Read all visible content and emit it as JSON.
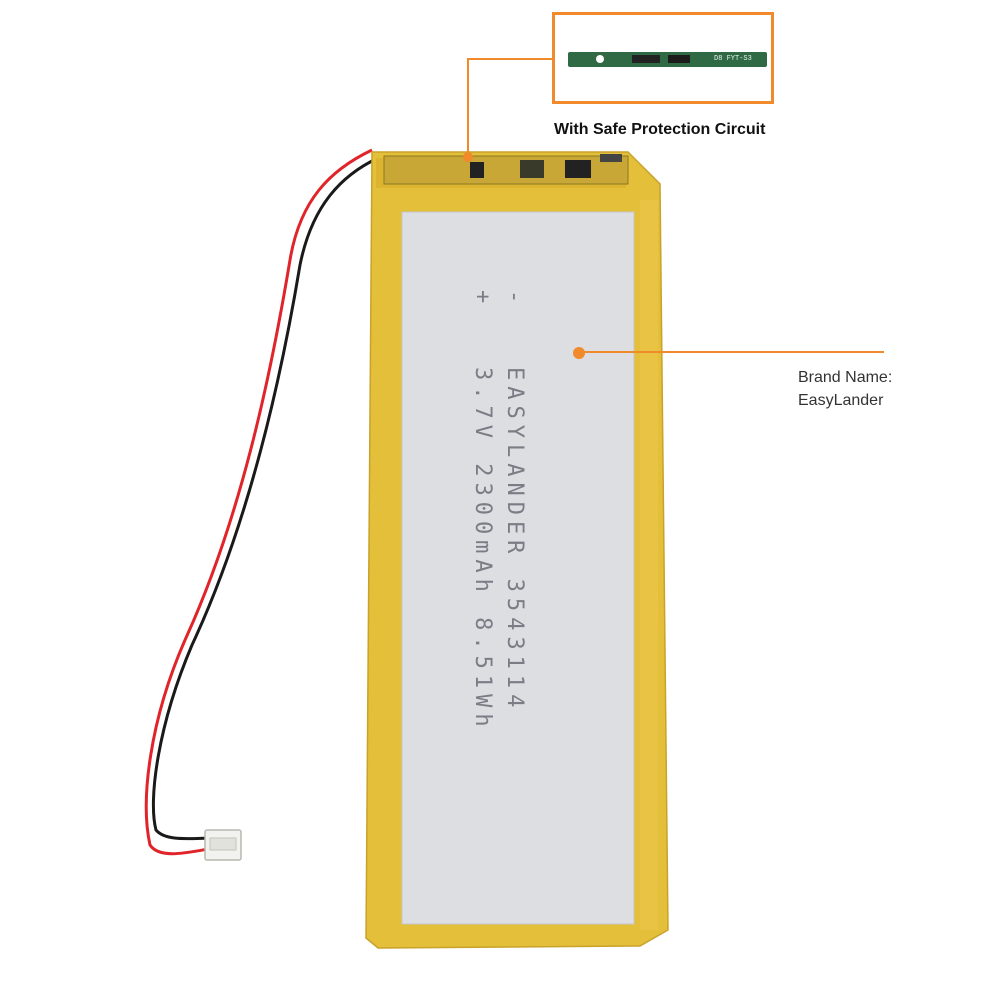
{
  "callouts": {
    "protection_circuit": "With Safe Protection Circuit",
    "brand_name_label": "Brand Name:",
    "brand_name_value": "EasyLander"
  },
  "battery_print": {
    "line1": "-   EASYLANDER 3543114",
    "line2": "+   3.7V 2300mAh 8.51Wh"
  },
  "pcb_marking": "D8  FYT-S3",
  "colors": {
    "accent_orange": "#f08a2a",
    "battery_yellow": "#e3bf3a",
    "label_silver": "#dcdee2",
    "pcb_green": "#2f6a45",
    "wire_red": "#e0242a",
    "wire_black": "#1a1a1a"
  }
}
